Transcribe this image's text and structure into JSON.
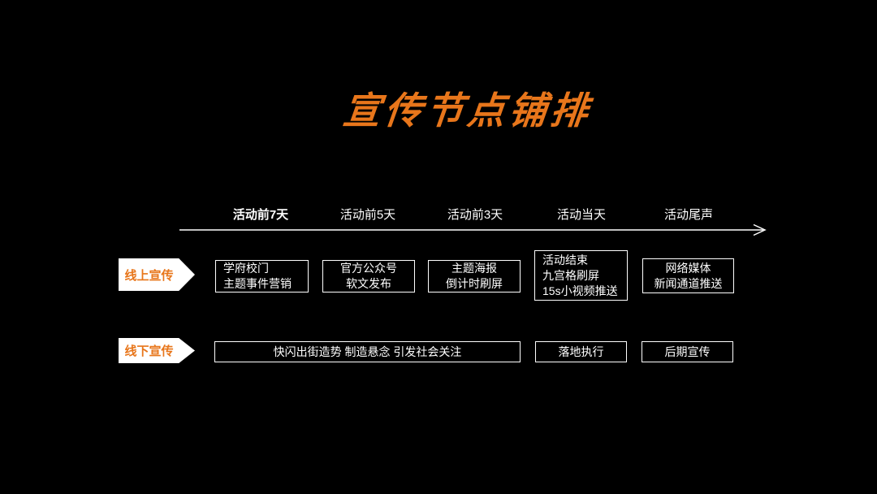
{
  "slide": {
    "title": "宣传节点铺排",
    "colors": {
      "background": "#000000",
      "accent_orange": "#E8761B",
      "text_white": "#FFFFFF"
    }
  },
  "timeline": {
    "milestones": [
      {
        "label": "活动前7天"
      },
      {
        "label": "活动前5天"
      },
      {
        "label": "活动前3天"
      },
      {
        "label": "活动当天"
      },
      {
        "label": "活动尾声"
      }
    ]
  },
  "rows": {
    "online": {
      "label": "线上宣传",
      "boxes": [
        {
          "lines": [
            "学府校门",
            "主题事件营销"
          ]
        },
        {
          "lines": [
            "官方公众号",
            "软文发布"
          ]
        },
        {
          "lines": [
            "主题海报",
            "倒计时刷屏"
          ]
        },
        {
          "lines": [
            "活动结束",
            "九宫格刷屏",
            "15s小视频推送"
          ]
        },
        {
          "lines": [
            "网络媒体",
            "新闻通道推送"
          ]
        }
      ]
    },
    "offline": {
      "label": "线下宣传",
      "boxes": [
        {
          "text": "快闪出街造势 制造悬念 引发社会关注"
        },
        {
          "text": "落地执行"
        },
        {
          "text": "后期宣传"
        }
      ]
    }
  }
}
